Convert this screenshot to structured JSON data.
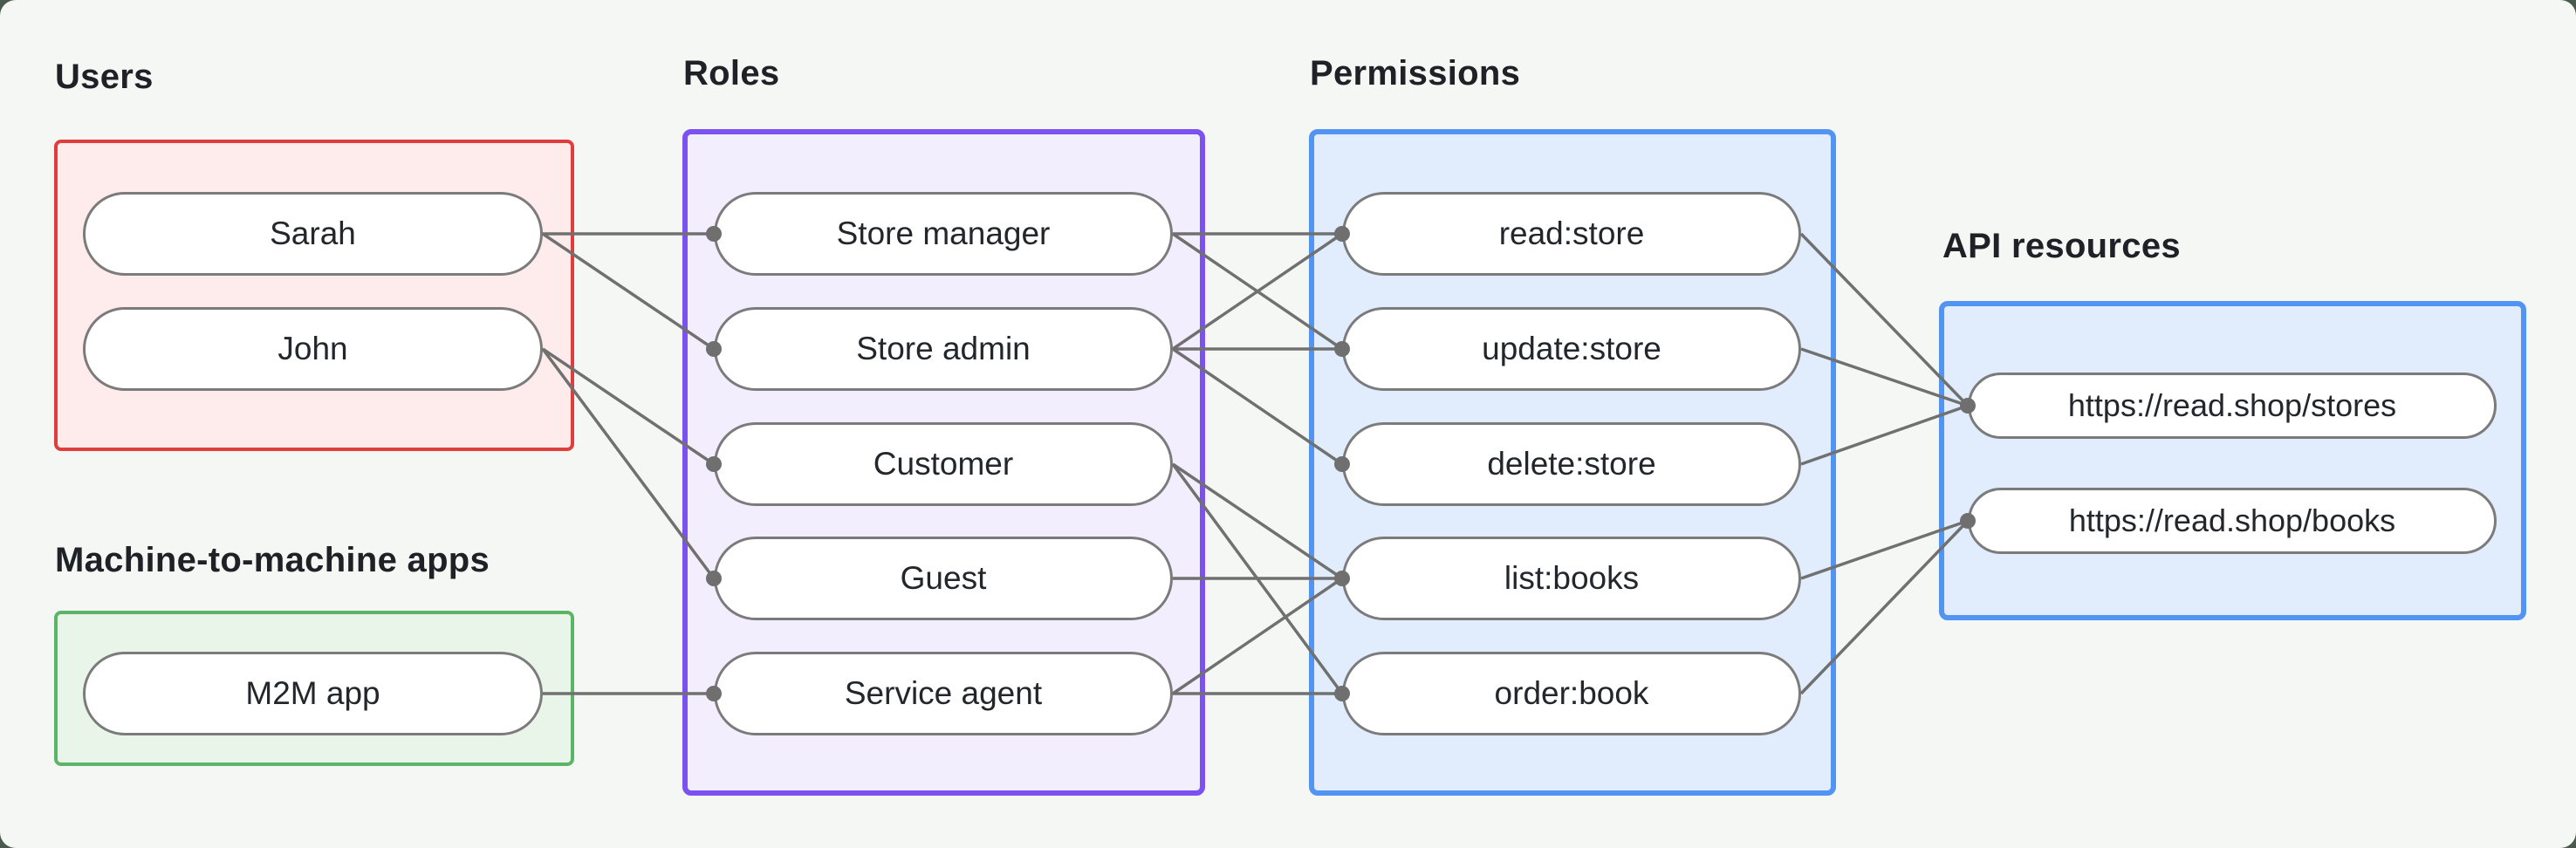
{
  "canvas": {
    "outer_background": "#4a5b4e",
    "panel_background": "#f5f7f5"
  },
  "edge_style": {
    "line_color": "#707070",
    "dot_color": "#6f6f6f"
  },
  "groups": {
    "users": {
      "label": "Users",
      "border_color": "#e23d3d",
      "fill_color": "#fdeceb",
      "items": [
        {
          "id": "sarah",
          "label": "Sarah"
        },
        {
          "id": "john",
          "label": "John"
        }
      ]
    },
    "m2m": {
      "label": "Machine-to-machine apps",
      "border_color": "#5cb566",
      "fill_color": "#eaf5ea",
      "items": [
        {
          "id": "m2m-app",
          "label": "M2M app"
        }
      ]
    },
    "roles": {
      "label": "Roles",
      "border_color": "#7b51f1",
      "fill_color": "#f3eefd",
      "items": [
        {
          "id": "store-manager",
          "label": "Store manager"
        },
        {
          "id": "store-admin",
          "label": "Store admin"
        },
        {
          "id": "customer",
          "label": "Customer"
        },
        {
          "id": "guest",
          "label": "Guest"
        },
        {
          "id": "service-agent",
          "label": "Service agent"
        }
      ]
    },
    "permissions": {
      "label": "Permissions",
      "border_color": "#5294f4",
      "fill_color": "#e1edfc",
      "items": [
        {
          "id": "read-store",
          "label": "read:store"
        },
        {
          "id": "update-store",
          "label": "update:store"
        },
        {
          "id": "delete-store",
          "label": "delete:store"
        },
        {
          "id": "list-books",
          "label": "list:books"
        },
        {
          "id": "order-book",
          "label": "order:book"
        }
      ]
    },
    "api": {
      "label": "API resources",
      "border_color": "#5294f4",
      "fill_color": "#e1edfc",
      "items": [
        {
          "id": "stores",
          "label": "https://read.shop/stores"
        },
        {
          "id": "books",
          "label": "https://read.shop/books"
        }
      ]
    }
  },
  "edges": [
    {
      "from": "sarah",
      "to": "store-manager"
    },
    {
      "from": "sarah",
      "to": "store-admin"
    },
    {
      "from": "john",
      "to": "customer"
    },
    {
      "from": "john",
      "to": "guest"
    },
    {
      "from": "m2m-app",
      "to": "service-agent"
    },
    {
      "from": "store-manager",
      "to": "read-store"
    },
    {
      "from": "store-manager",
      "to": "update-store"
    },
    {
      "from": "store-admin",
      "to": "read-store"
    },
    {
      "from": "store-admin",
      "to": "update-store"
    },
    {
      "from": "store-admin",
      "to": "delete-store"
    },
    {
      "from": "customer",
      "to": "list-books"
    },
    {
      "from": "customer",
      "to": "order-book"
    },
    {
      "from": "guest",
      "to": "list-books"
    },
    {
      "from": "service-agent",
      "to": "list-books"
    },
    {
      "from": "service-agent",
      "to": "order-book"
    },
    {
      "from": "read-store",
      "to": "stores"
    },
    {
      "from": "update-store",
      "to": "stores"
    },
    {
      "from": "delete-store",
      "to": "stores"
    },
    {
      "from": "list-books",
      "to": "books"
    },
    {
      "from": "order-book",
      "to": "books"
    }
  ]
}
